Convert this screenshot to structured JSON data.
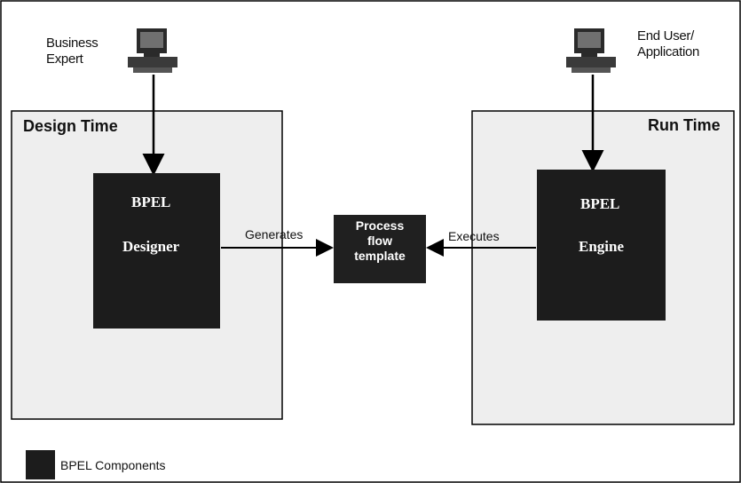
{
  "actors": {
    "business_expert": [
      "Business",
      "Expert"
    ],
    "end_user": [
      "End User/",
      "Application"
    ]
  },
  "sections": {
    "design_time": "Design Time",
    "run_time": "Run Time"
  },
  "components": {
    "designer": [
      "BPEL",
      "Designer"
    ],
    "engine": [
      "BPEL",
      "Engine"
    ]
  },
  "process_template": [
    "Process",
    "flow",
    "template"
  ],
  "edges": {
    "generates": "Generates",
    "executes": "Executes"
  },
  "legend": {
    "label": "BPEL Components",
    "swatch_color": "#1c1c1c"
  },
  "colors": {
    "component_fill": "#1c1c1c",
    "process_fill": "#202020",
    "line": "#000000"
  }
}
